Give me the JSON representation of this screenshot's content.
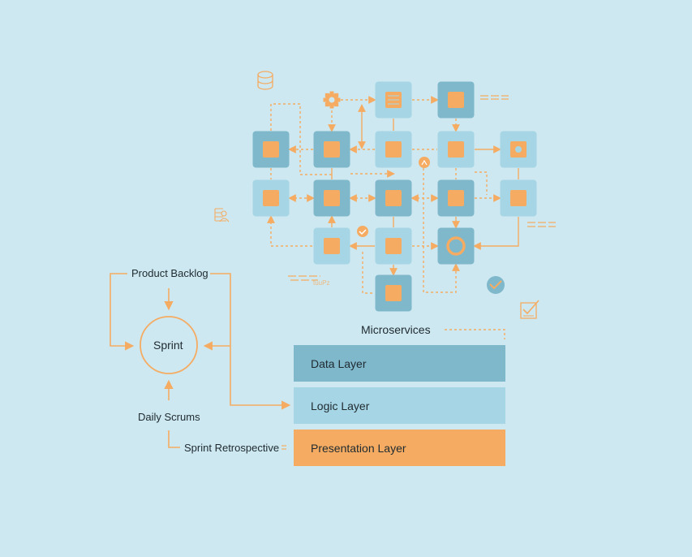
{
  "colors": {
    "background": "#cde8f1",
    "node_dark": "#7fb8cb",
    "node_light": "#a6d6e5",
    "accent_orange": "#f5ac62",
    "text": "#1f2a30"
  },
  "microservices": {
    "title": "Microservices",
    "nodes": [
      {
        "id": "n-top-1",
        "shade": "light",
        "glyph": "list"
      },
      {
        "id": "n-top-2",
        "shade": "dark",
        "glyph": "square"
      },
      {
        "id": "n-r1-1",
        "shade": "dark",
        "glyph": "square"
      },
      {
        "id": "n-r1-2",
        "shade": "dark",
        "glyph": "square"
      },
      {
        "id": "n-r1-3",
        "shade": "light",
        "glyph": "square"
      },
      {
        "id": "n-r1-4",
        "shade": "light",
        "glyph": "square"
      },
      {
        "id": "n-r1-5",
        "shade": "light",
        "glyph": "ring-square"
      },
      {
        "id": "n-r2-1",
        "shade": "light",
        "glyph": "square"
      },
      {
        "id": "n-r2-2",
        "shade": "dark",
        "glyph": "square"
      },
      {
        "id": "n-r2-3",
        "shade": "dark",
        "glyph": "square"
      },
      {
        "id": "n-r2-4",
        "shade": "dark",
        "glyph": "square"
      },
      {
        "id": "n-r2-5",
        "shade": "light",
        "glyph": "square"
      },
      {
        "id": "n-r3-1",
        "shade": "light",
        "glyph": "square"
      },
      {
        "id": "n-r3-2",
        "shade": "light",
        "glyph": "square"
      },
      {
        "id": "n-r3-3",
        "shade": "dark",
        "glyph": "circle"
      },
      {
        "id": "n-r4-1",
        "shade": "dark",
        "glyph": "square"
      }
    ],
    "icons": [
      "database-icon",
      "gear-icon",
      "document-person-icon",
      "check-badge-icon",
      "alert-badge-icon",
      "check-circle-icon",
      "checkbox-icon"
    ]
  },
  "layers": [
    {
      "label": "Data Layer",
      "color": "#7fb8cb"
    },
    {
      "label": "Logic Layer",
      "color": "#a6d6e5"
    },
    {
      "label": "Presentation Layer",
      "color": "#f5ac62"
    }
  ],
  "scrum": {
    "backlog": "Product Backlog",
    "sprint": "Sprint",
    "daily": "Daily Scrums",
    "retro": "Sprint Retrospective",
    "faint_caption": "tuuPz"
  }
}
